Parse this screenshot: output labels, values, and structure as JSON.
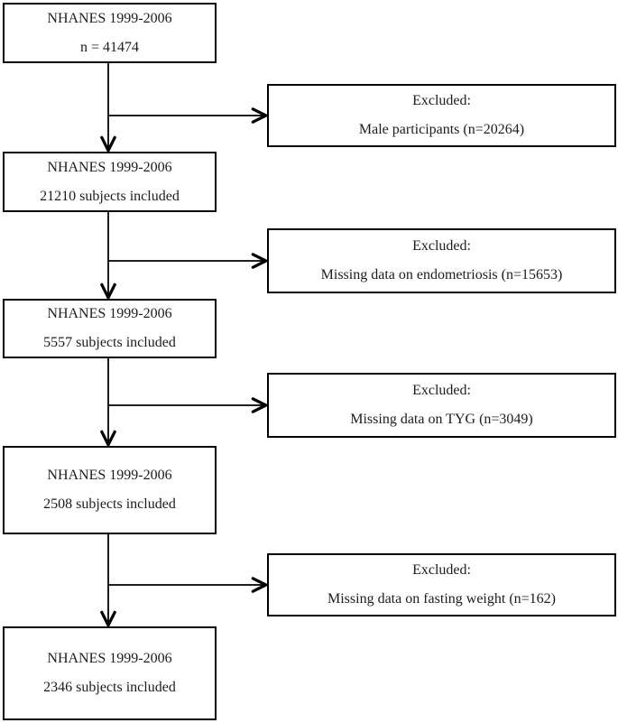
{
  "figure": {
    "colors": {
      "line": "#000000",
      "border": "#000000",
      "text": "#1c1c1c",
      "background": "#ffffff"
    }
  },
  "main_boxes": [
    {
      "line1": "NHANES 1999-2006",
      "line2": "n = 41474"
    },
    {
      "line1": "NHANES 1999-2006",
      "line2": "21210 subjects included"
    },
    {
      "line1": "NHANES 1999-2006",
      "line2": "5557 subjects included"
    },
    {
      "line1": "NHANES 1999-2006",
      "line2": "2508 subjects included"
    },
    {
      "line1": "NHANES 1999-2006",
      "line2": "2346 subjects included"
    }
  ],
  "excluded_boxes": [
    {
      "line1": "Excluded:",
      "line2": "Male participants (n=20264)"
    },
    {
      "line1": "Excluded:",
      "line2": "Missing data on endometriosis (n=15653)"
    },
    {
      "line1": "Excluded:",
      "line2": "Missing data on TYG (n=3049)"
    },
    {
      "line1": "Excluded:",
      "line2": "Missing data on fasting weight (n=162)"
    }
  ]
}
